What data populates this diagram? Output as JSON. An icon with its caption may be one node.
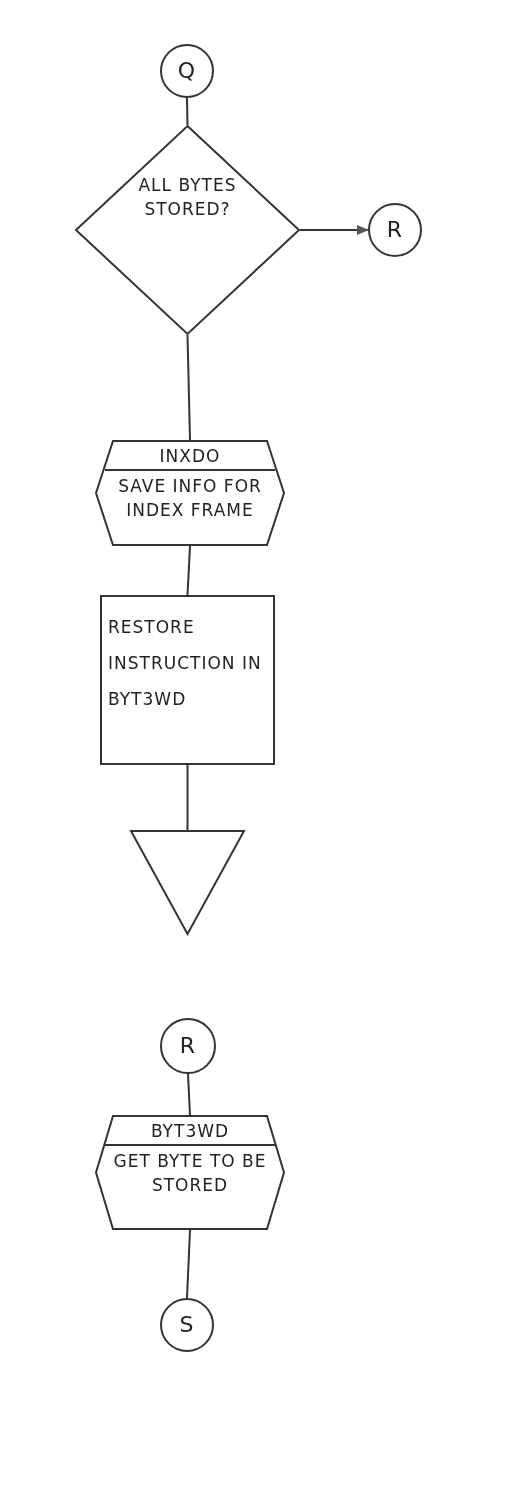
{
  "diagram": {
    "nodes": [
      {
        "text": [
          "Q"
        ]
      },
      {
        "text": [
          "ALL BYTES STORED?"
        ]
      },
      {
        "text": [
          "R"
        ]
      },
      {
        "text": [
          "INXDO",
          "SAVE INFO FOR INDEX FRAME"
        ]
      },
      {
        "text": [
          "RESTORE INSTRUCTION IN BYT3WD"
        ]
      },
      {
        "text": [],
        "shape": "triangle"
      },
      {
        "text": [
          "R"
        ]
      },
      {
        "text": [
          "BYT3WD",
          "GET BYTE TO BE STORED"
        ]
      },
      {
        "text": [
          "S"
        ]
      }
    ],
    "edges": [
      {
        "from": 0,
        "to": 1,
        "arrow": "none"
      },
      {
        "from": 1,
        "to": 2,
        "arrow": "to"
      },
      {
        "from": 1,
        "to": 3,
        "arrow": "none"
      },
      {
        "from": 3,
        "to": 4,
        "arrow": "none"
      },
      {
        "from": 4,
        "to": 5,
        "arrow": "none"
      },
      {
        "from": 6,
        "to": 7,
        "arrow": "none"
      },
      {
        "from": 7,
        "to": 8,
        "arrow": "none"
      }
    ]
  }
}
